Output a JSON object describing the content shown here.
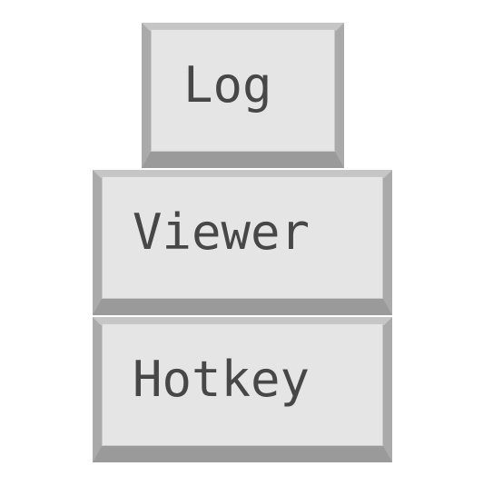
{
  "keys": {
    "log": {
      "label": "Log"
    },
    "viewer": {
      "label": "Viewer"
    },
    "hotkey": {
      "label": "Hotkey"
    }
  },
  "colors": {
    "face": "#e5e5e5",
    "bevel_top": "#c6c6c6",
    "bevel_side": "#aaaaaa",
    "bevel_bottom": "#9a9a9a",
    "text": "#474747",
    "background": "#ffffff"
  }
}
